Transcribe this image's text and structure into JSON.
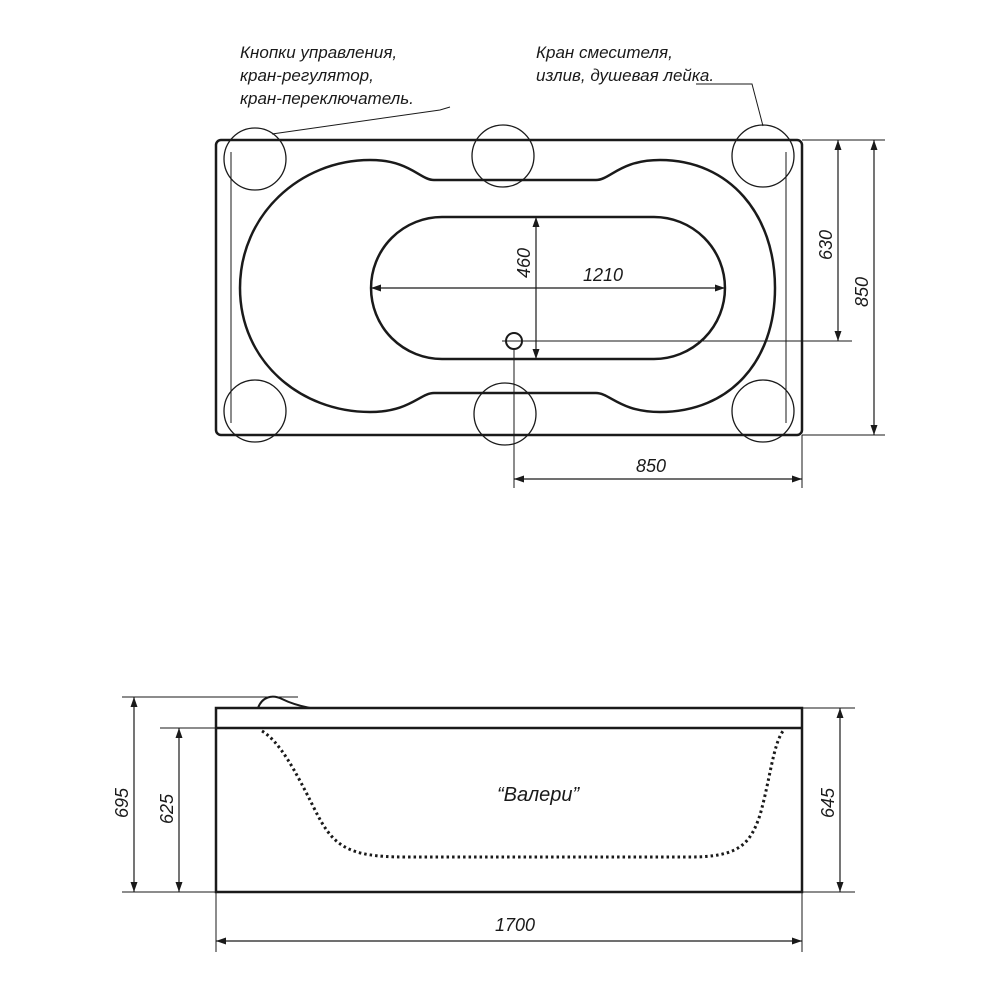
{
  "callouts": {
    "controls": [
      "Кнопки управления,",
      "кран-регулятор,",
      "кран-переключатель."
    ],
    "mixer": [
      "Кран смесителя,",
      "излив, душевая лейка."
    ]
  },
  "top_view": {
    "dim_length_inner": "1210",
    "dim_width_inner": "460",
    "dim_630": "630",
    "dim_850_height": "850",
    "dim_850_half": "850"
  },
  "side_view": {
    "model_name": "“Валери”",
    "dim_695": "695",
    "dim_625": "625",
    "dim_645": "645",
    "dim_1700": "1700"
  },
  "colors": {
    "line": "#1a1a1a",
    "background": "#ffffff"
  }
}
